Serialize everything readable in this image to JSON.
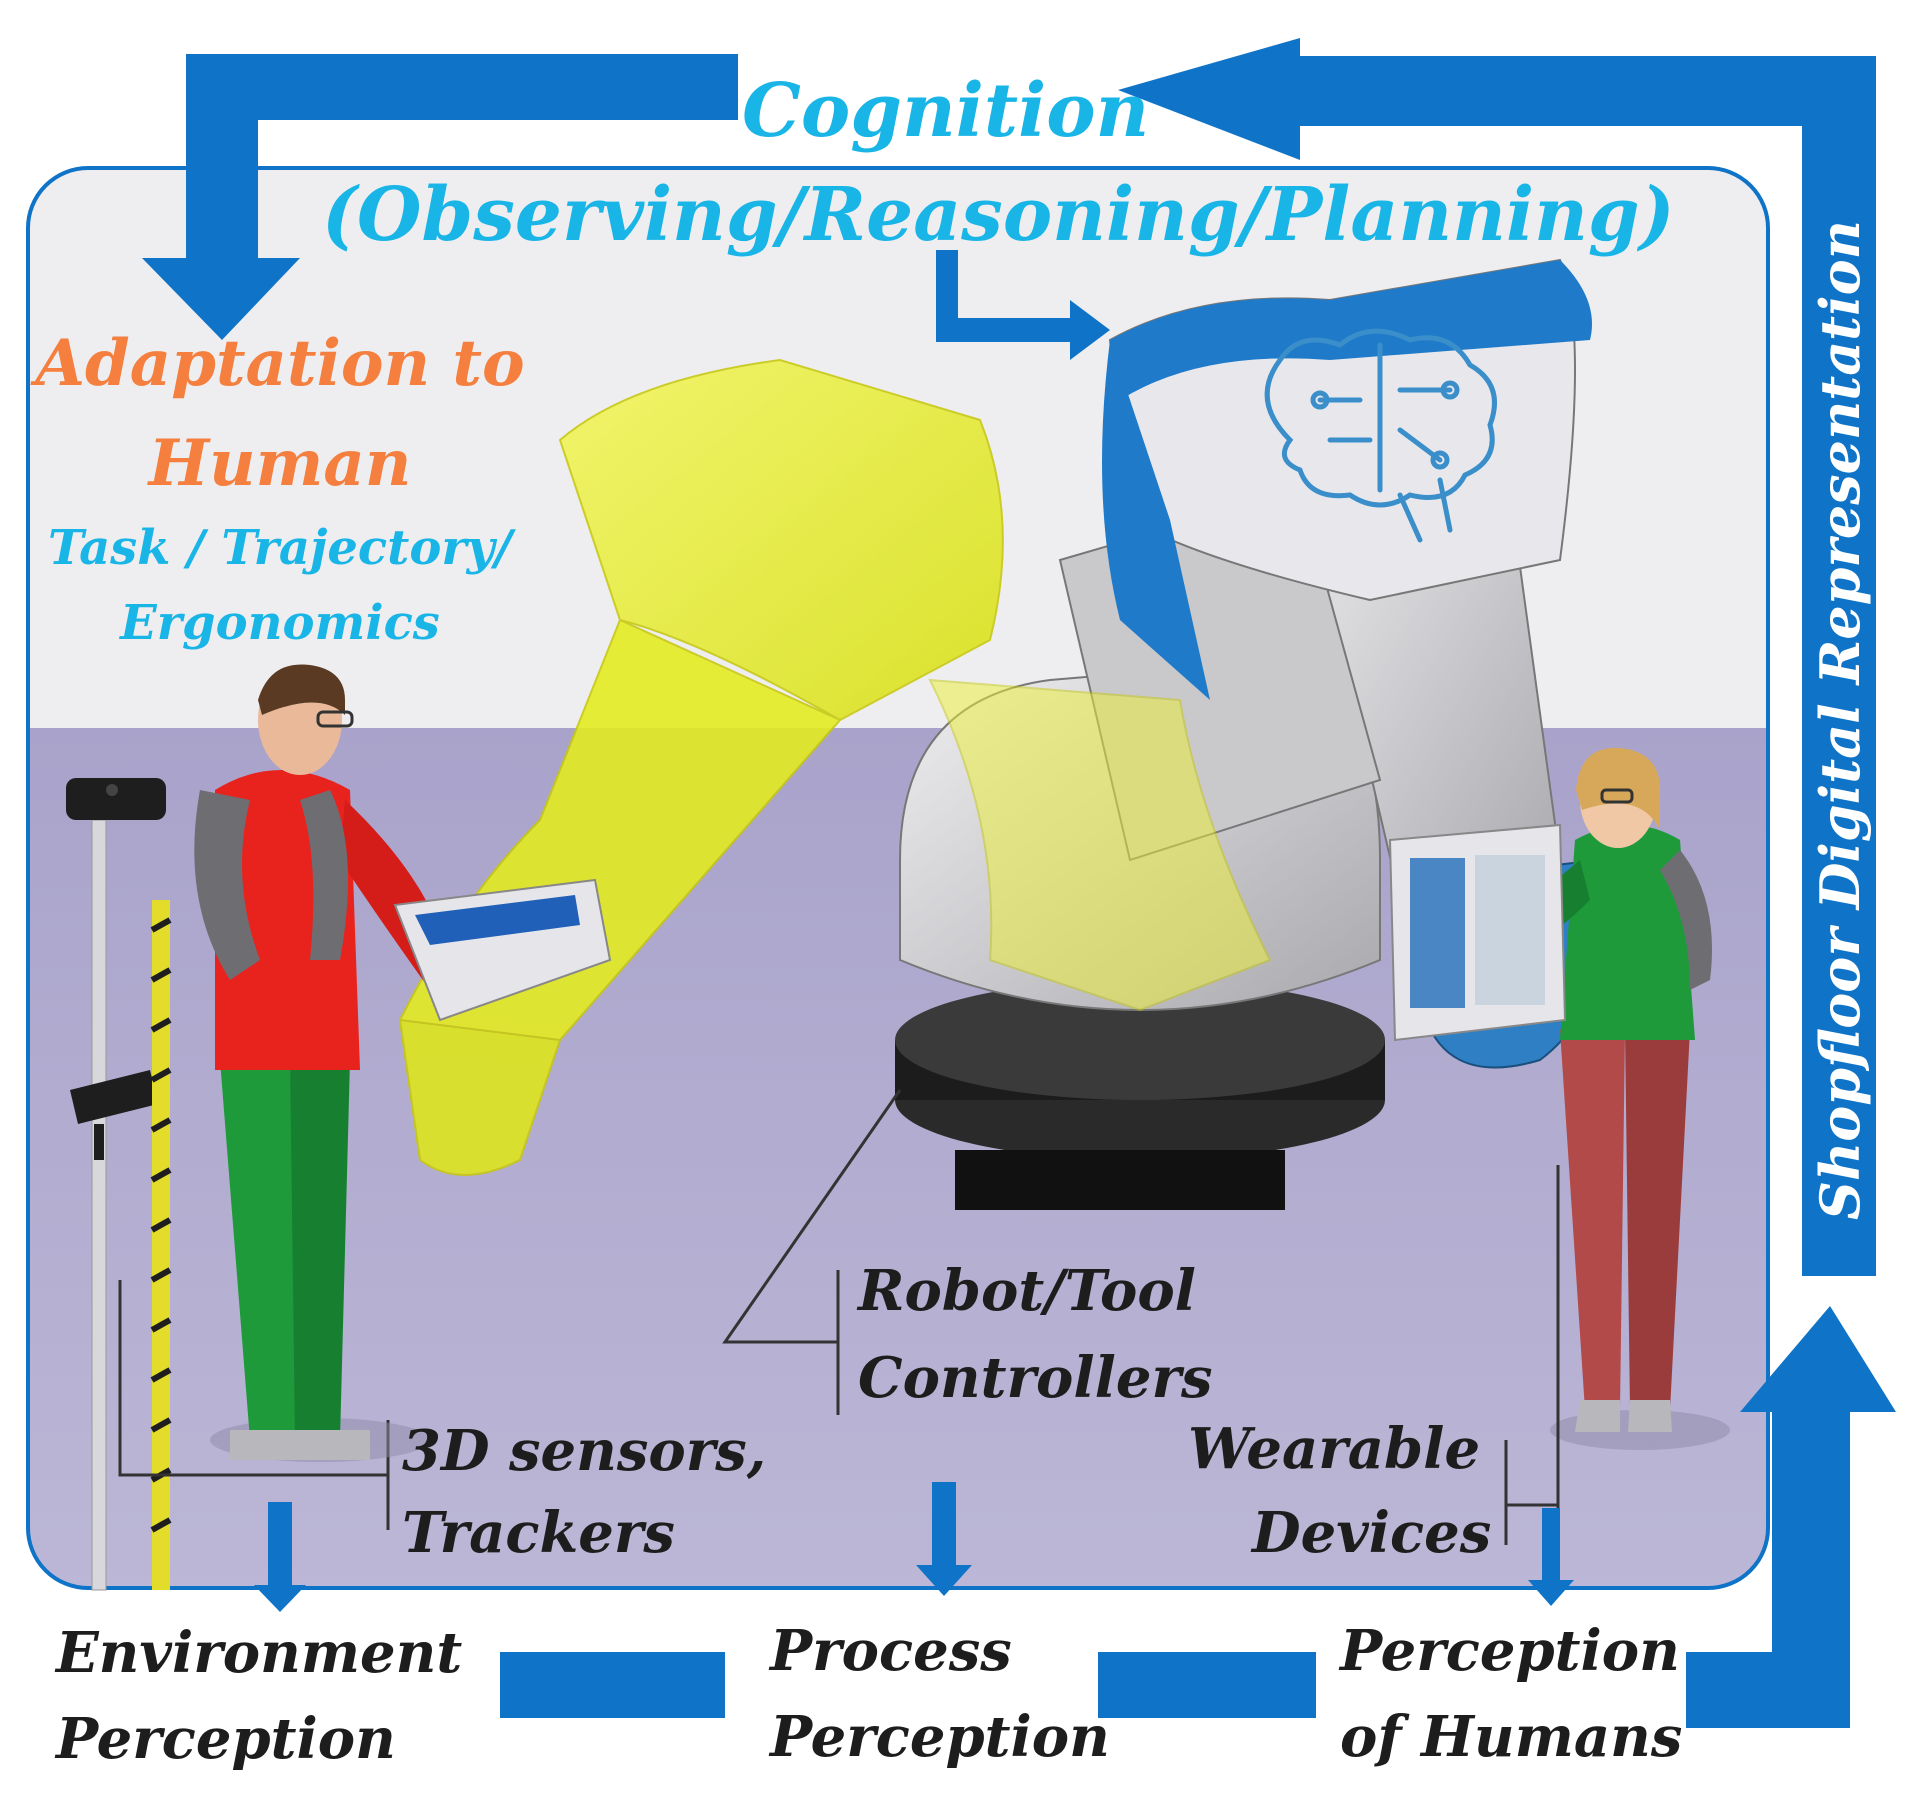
{
  "cognition": {
    "title": "Cognition",
    "subtitle": "(Observing/Reasoning/Planning)"
  },
  "adaptation": {
    "title_line1": "Adaptation to",
    "title_line2": "Human",
    "detail_line1": "Task / Trajectory/",
    "detail_line2": "Ergonomics"
  },
  "shopfloor_label": "Shopfloor Digital Representation",
  "sensors": {
    "line1": "3D sensors,",
    "line2": "Trackers"
  },
  "controllers": {
    "line1": "Robot/Tool",
    "line2": "Controllers"
  },
  "wearables": {
    "line1": "Wearable",
    "line2": "Devices"
  },
  "perceptions": {
    "environment": {
      "line1": "Environment",
      "line2": "Perception"
    },
    "process": {
      "line1": "Process",
      "line2": "Perception"
    },
    "humans": {
      "line1": "Perception",
      "line2": "of Humans"
    }
  },
  "colors": {
    "arrow_blue": "#0f74c8",
    "cognition_text": "#19b5e6",
    "adaptation_text": "#f47f3e",
    "floor": "#b3aed0",
    "wall": "#eeeef1",
    "robot_yellow": "#e8f01c",
    "robot_grey": "#d4d4d6",
    "person_red": "#e8231e",
    "person_green": "#1e9a3a"
  },
  "icons": [
    "brain-circuit-icon",
    "camera-icon"
  ]
}
